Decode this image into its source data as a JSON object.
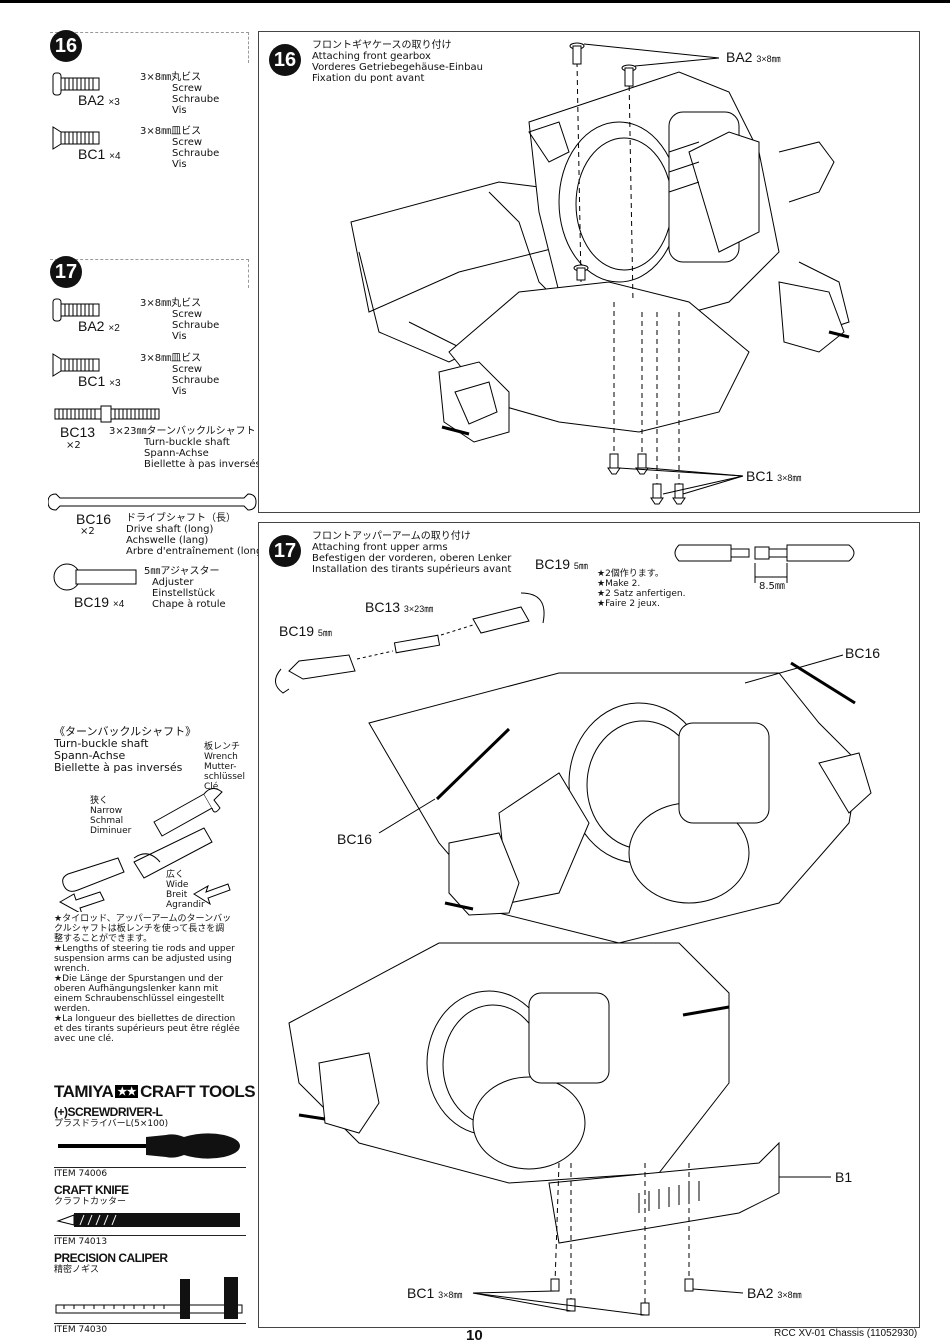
{
  "steps": {
    "s16": {
      "number": "16",
      "title": [
        "フロントギヤケースの取り付け",
        "Attaching front gearbox",
        "Vorderes Getriebegehäuse-Einbau",
        "Fixation du pont avant"
      ],
      "callout_ba2": "BA2",
      "callout_ba2_size": "3×8㎜",
      "callout_bc1": "BC1",
      "callout_bc1_size": "3×8㎜"
    },
    "s17": {
      "number": "17",
      "title": [
        "フロントアッパーアームの取り付け",
        "Attaching front upper arms",
        "Befestigen der vorderen, oberen Lenker",
        "Installation des tirants supérieurs avant"
      ],
      "bc19_a": "BC19",
      "bc19_a_size": "5㎜",
      "bc13": "BC13",
      "bc13_size": "3×23㎜",
      "bc19_b": "BC19",
      "bc19_b_size": "5㎜",
      "make2": [
        "★2個作ります。",
        "★Make 2.",
        "★2 Satz anfertigen.",
        "★Faire 2 jeux."
      ],
      "dim": "8.5㎜",
      "bc16_a": "BC16",
      "bc16_b": "BC16",
      "b1": "B1",
      "bc1": "BC1",
      "bc1_size": "3×8㎜",
      "ba2": "BA2",
      "ba2_size": "3×8㎜"
    }
  },
  "parts": {
    "p16": {
      "number": "16",
      "items": [
        {
          "code": "BA2",
          "qty": "×3",
          "desc": [
            "3×8㎜丸ビス",
            "Screw",
            "Schraube",
            "Vis"
          ]
        },
        {
          "code": "BC1",
          "qty": "×4",
          "desc": [
            "3×8㎜皿ビス",
            "Screw",
            "Schraube",
            "Vis"
          ]
        }
      ]
    },
    "p17": {
      "number": "17",
      "items": [
        {
          "code": "BA2",
          "qty": "×2",
          "desc": [
            "3×8㎜丸ビス",
            "Screw",
            "Schraube",
            "Vis"
          ]
        },
        {
          "code": "BC1",
          "qty": "×3",
          "desc": [
            "3×8㎜皿ビス",
            "Screw",
            "Schraube",
            "Vis"
          ]
        },
        {
          "code": "BC13",
          "qty": "×2",
          "desc": [
            "3×23㎜ターンバックルシャフト",
            "Turn-buckle shaft",
            "Spann-Achse",
            "Biellette à pas inversés"
          ]
        },
        {
          "code": "BC16",
          "qty": "×2",
          "desc": [
            "ドライブシャフト（長）",
            "Drive shaft (long)",
            "Achswelle (lang)",
            "Arbre d'entraînement (long)"
          ]
        },
        {
          "code": "BC19",
          "qty": "×4",
          "desc": [
            "5㎜アジャスター",
            "Adjuster",
            "Einstellstück",
            "Chape à rotule"
          ]
        }
      ]
    }
  },
  "turnbuckle": {
    "title": [
      "《ターンバックルシャフト》",
      "Turn-buckle shaft",
      "Spann-Achse",
      "Biellette à pas inversés"
    ],
    "wrench": [
      "板レンチ",
      "Wrench",
      "Mutter-",
      "schlüssel",
      "Clé"
    ],
    "narrow": [
      "狭く",
      "Narrow",
      "Schmal",
      "Diminuer"
    ],
    "wide": [
      "広く",
      "Wide",
      "Breit",
      "Agrandir"
    ],
    "notes": [
      "★タイロッド、アッパーアームのターンバッ",
      "クルシャフトは板レンチを使って長さを調",
      "整することができます。",
      "★Lengths of steering tie rods and upper",
      "suspension arms can be adjusted using",
      "wrench.",
      "★Die Länge der Spurstangen und der",
      "oberen Aufhängungslenker kann mit",
      "einem Schraubenschlüssel eingestellt",
      "werden.",
      "★La longueur des biellettes de direction",
      "et des tirants supérieurs peut être réglée",
      "avec une clé."
    ]
  },
  "tools": {
    "brand": "TAMIYA",
    "heading": "CRAFT TOOLS",
    "items": [
      {
        "name": "(+)SCREWDRIVER-L",
        "jp": "プラスドライバーL(5×100)",
        "item": "ITEM 74006"
      },
      {
        "name": "CRAFT KNIFE",
        "jp": "クラフトカッター",
        "item": "ITEM 74013"
      },
      {
        "name": "PRECISION CALIPER",
        "jp": "精密ノギス",
        "item": "ITEM 74030"
      }
    ]
  },
  "footer": {
    "page": "10",
    "model": "RCC XV-01 Chassis (11052930)"
  }
}
